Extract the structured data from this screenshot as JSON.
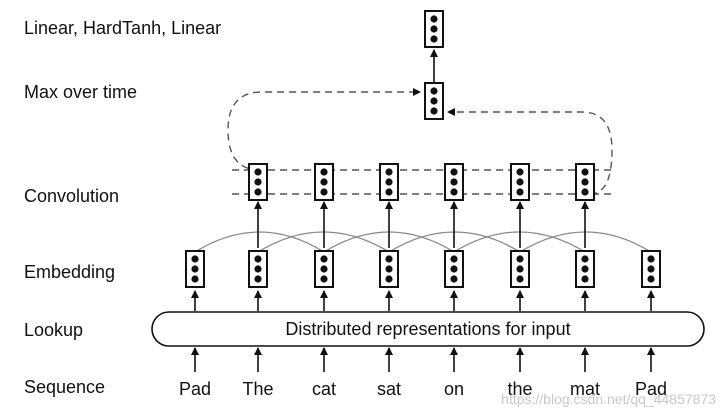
{
  "row_labels": {
    "linear": "Linear, HardTanh, Linear",
    "max": "Max over time",
    "convolution": "Convolution",
    "embedding": "Embedding",
    "lookup": "Lookup",
    "sequence": "Sequence"
  },
  "lookup_box_text": "Distributed representations for input",
  "sequence_words": [
    "Pad",
    "The",
    "cat",
    "sat",
    "on",
    "the",
    "mat",
    "Pad"
  ],
  "watermark": "https://blog.csdn.net/qq_44857873",
  "colors": {
    "ink": "#111111",
    "arc": "#888888",
    "dashed": "#555555",
    "watermark": "#c8c8c8"
  }
}
